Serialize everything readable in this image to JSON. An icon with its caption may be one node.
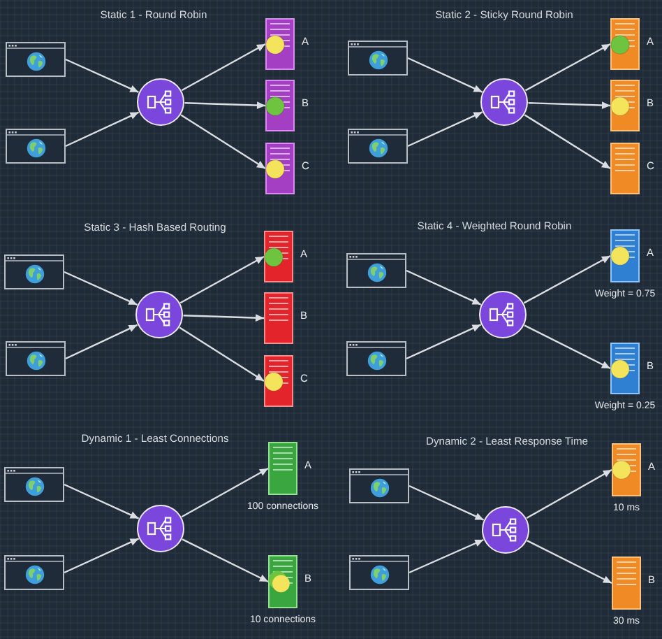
{
  "diagram": {
    "nodes": [
      {
        "text": [],
        "shape": "picture"
      },
      {
        "text": [],
        "shape": "picture"
      },
      {
        "text": [],
        "shape": "circle"
      },
      {
        "text": [],
        "shape": "box",
        "beside": [
          "A"
        ]
      },
      {
        "text": [],
        "shape": "box",
        "beside": [
          "B"
        ]
      },
      {
        "text": [],
        "shape": "box",
        "beside": [
          "C"
        ]
      },
      {
        "text": [],
        "shape": "picture"
      },
      {
        "text": [],
        "shape": "picture"
      },
      {
        "text": [],
        "shape": "circle"
      },
      {
        "text": [],
        "shape": "box",
        "beside": [
          "A"
        ]
      },
      {
        "text": [],
        "shape": "box",
        "beside": [
          "B"
        ]
      },
      {
        "text": [],
        "shape": "box",
        "beside": [
          "C"
        ]
      },
      {
        "text": [],
        "shape": "picture"
      },
      {
        "text": [],
        "shape": "picture"
      },
      {
        "text": [],
        "shape": "circle"
      },
      {
        "text": [],
        "shape": "box",
        "beside": [
          "A"
        ]
      },
      {
        "text": [],
        "shape": "box",
        "beside": [
          "B"
        ]
      },
      {
        "text": [],
        "shape": "box",
        "beside": [
          "C"
        ]
      },
      {
        "text": [],
        "shape": "picture"
      },
      {
        "text": [],
        "shape": "picture"
      },
      {
        "text": [],
        "shape": "circle"
      },
      {
        "text": [],
        "shape": "box",
        "beside": [
          "A",
          "Weight = 0.75"
        ]
      },
      {
        "text": [],
        "shape": "box",
        "beside": [
          "B",
          "Weight = 0.25"
        ]
      },
      {
        "text": [],
        "shape": "picture"
      },
      {
        "text": [],
        "shape": "picture"
      },
      {
        "text": [],
        "shape": "circle"
      },
      {
        "text": [],
        "shape": "box",
        "beside": [
          "A",
          "100 connections"
        ]
      },
      {
        "text": [],
        "shape": "box",
        "beside": [
          "B",
          "10 connections"
        ]
      },
      {
        "text": [],
        "shape": "picture"
      },
      {
        "text": [],
        "shape": "picture"
      },
      {
        "text": [],
        "shape": "circle"
      },
      {
        "text": [],
        "shape": "box",
        "beside": [
          "A",
          "10 ms"
        ]
      },
      {
        "text": [],
        "shape": "box",
        "beside": [
          "B",
          "30 ms"
        ]
      }
    ],
    "edges": [
      {
        "from": 0,
        "to": 2,
        "arrow": "to"
      },
      {
        "from": 1,
        "to": 2,
        "arrow": "to"
      },
      {
        "from": 2,
        "to": 3,
        "arrow": "to"
      },
      {
        "from": 2,
        "to": 4,
        "arrow": "to"
      },
      {
        "from": 2,
        "to": 5,
        "arrow": "to"
      },
      {
        "from": 6,
        "to": 8,
        "arrow": "to"
      },
      {
        "from": 7,
        "to": 8,
        "arrow": "to"
      },
      {
        "from": 8,
        "to": 9,
        "arrow": "to"
      },
      {
        "from": 8,
        "to": 10,
        "arrow": "to"
      },
      {
        "from": 8,
        "to": 11,
        "arrow": "to"
      },
      {
        "from": 12,
        "to": 14,
        "arrow": "to"
      },
      {
        "from": 13,
        "to": 14,
        "arrow": "to"
      },
      {
        "from": 14,
        "to": 15,
        "arrow": "to"
      },
      {
        "from": 14,
        "to": 16,
        "arrow": "to"
      },
      {
        "from": 14,
        "to": 17,
        "arrow": "to"
      },
      {
        "from": 18,
        "to": 20,
        "arrow": "to"
      },
      {
        "from": 19,
        "to": 20,
        "arrow": "to"
      },
      {
        "from": 20,
        "to": 21,
        "arrow": "to"
      },
      {
        "from": 20,
        "to": 22,
        "arrow": "to"
      },
      {
        "from": 23,
        "to": 25,
        "arrow": "to"
      },
      {
        "from": 24,
        "to": 25,
        "arrow": "to"
      },
      {
        "from": 25,
        "to": 26,
        "arrow": "to"
      },
      {
        "from": 25,
        "to": 27,
        "arrow": "to"
      },
      {
        "from": 28,
        "to": 30,
        "arrow": "to"
      },
      {
        "from": 29,
        "to": 30,
        "arrow": "to"
      },
      {
        "from": 30,
        "to": 31,
        "arrow": "to"
      },
      {
        "from": 30,
        "to": 32,
        "arrow": "to"
      }
    ],
    "labels": [
      "Static 1 - Round Robin",
      "Static 2 - Sticky Round Robin",
      "Static 3 - Hash Based Routing",
      "Static 4 - Weighted Round Robin",
      "Dynamic 1 - Least Connections",
      "Dynamic 2 - Least Response Time"
    ]
  }
}
